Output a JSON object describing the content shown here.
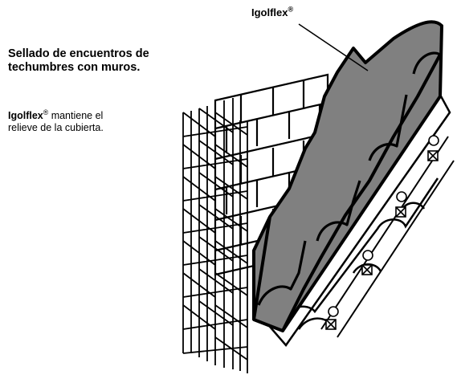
{
  "heading": {
    "line1": "Sellado de encuentros de",
    "line2": "techumbres con muros."
  },
  "description": {
    "brand": "Igolflex",
    "reg": "®",
    "text_line1": " mantiene el",
    "text_line2": "relieve de la cubierta."
  },
  "callout": {
    "brand": "Igolflex",
    "reg": "®"
  },
  "colors": {
    "membrane": "#808080",
    "stroke": "#000000",
    "background": "#ffffff"
  }
}
